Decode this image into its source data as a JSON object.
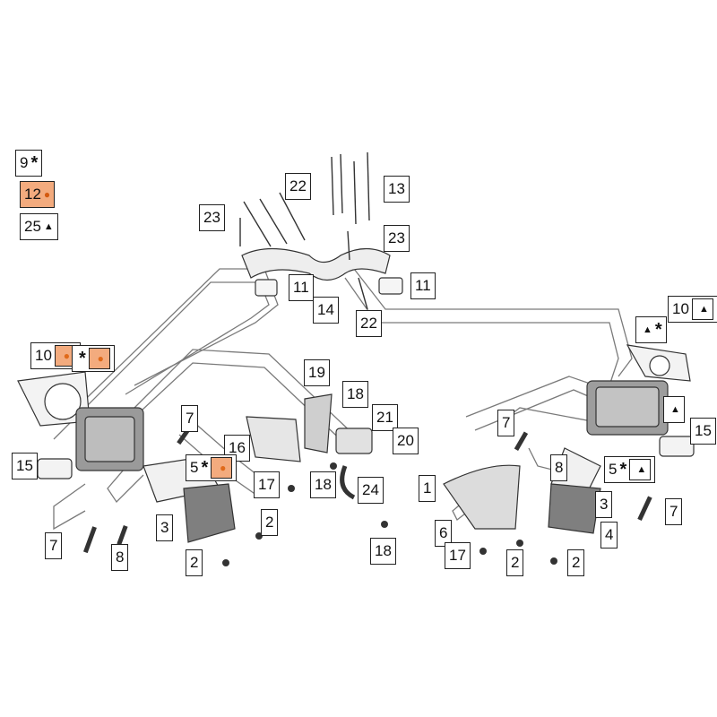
{
  "legend": [
    {
      "num": "9",
      "symbol": "star",
      "highlight": false
    },
    {
      "num": "12",
      "symbol": "dot",
      "highlight": true
    },
    {
      "num": "25",
      "symbol": "triangle",
      "highlight": false
    }
  ],
  "callouts": {
    "c23a": "23",
    "c22a": "22",
    "c13": "13",
    "c23b": "23",
    "c11a": "11",
    "c11b": "11",
    "c14": "14",
    "c22b": "22",
    "c10l": "10",
    "c19": "19",
    "c18a": "18",
    "c21": "21",
    "c20": "20",
    "c7a": "7",
    "c16": "16",
    "c5a": "5",
    "c15a": "15",
    "c17a": "17",
    "c18b": "18",
    "c24": "24",
    "c3a": "3",
    "c2a": "2",
    "c7b": "7",
    "c8a": "8",
    "c2b": "2",
    "c10r": "10",
    "c7c": "7",
    "c15b": "15",
    "c1": "1",
    "c8b": "8",
    "c5b": "5",
    "c3b": "3",
    "c7d": "7",
    "c6": "6",
    "c4": "4",
    "c18c": "18",
    "c17b": "17",
    "c2c": "2",
    "c2d": "2"
  },
  "colors": {
    "highlight": "#f3ab7e",
    "ink": "#222222",
    "line": "#7a7a7a"
  }
}
